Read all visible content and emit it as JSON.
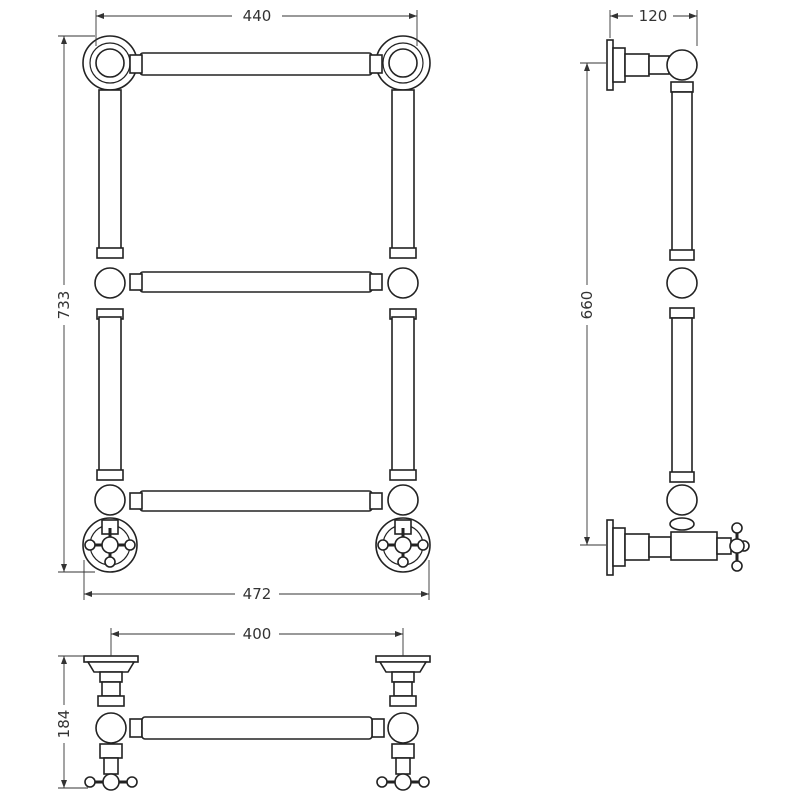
{
  "dimensions": {
    "front_width_centres": "440",
    "front_overall_width": "472",
    "front_height": "733",
    "side_depth": "120",
    "side_height": "660",
    "top_width": "400",
    "top_depth": "184"
  }
}
